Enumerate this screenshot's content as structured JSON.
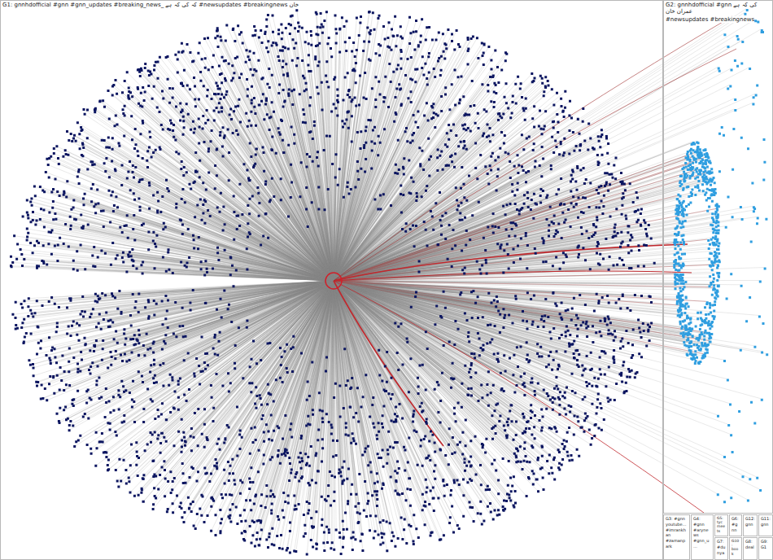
{
  "diagram": {
    "nodes": [
      {
        "text": [
          "G1: gnnhdofficial #gnn #gnn_updates #breaking_news_ کہ کی کہ ہے #newsupdates #breakingnews خان"
        ]
      },
      {
        "text": [
          "G2: gnnhdofficial #gnn کی کہ ہے عمران خان",
          "#newsupdates #breakingnews"
        ]
      },
      {
        "text": [
          "G3: #gnn youtube… #imrankhan #zamanpark"
        ]
      },
      {
        "text": [
          "G4: #gnn #arynews #gnn_u…"
        ]
      },
      {
        "text": [
          "G5: tyc meets"
        ]
      },
      {
        "text": [
          "G6: #gnn"
        ]
      },
      {
        "text": [
          "G12: gnn"
        ]
      },
      {
        "text": [
          "G11: gnn"
        ]
      },
      {
        "text": [
          "G7: #dunya"
        ]
      },
      {
        "text": [
          "G10: book"
        ]
      },
      {
        "text": [
          "G8: deal"
        ]
      },
      {
        "text": [
          "G9: G1"
        ]
      }
    ]
  }
}
